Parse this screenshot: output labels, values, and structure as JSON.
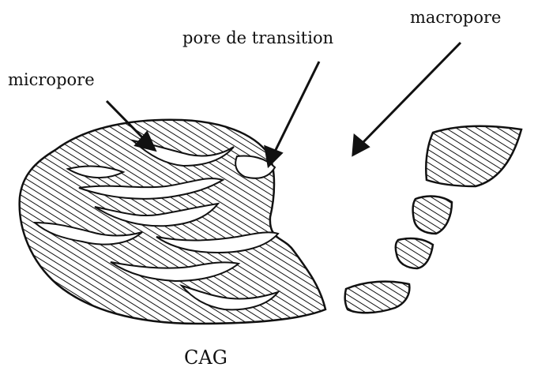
{
  "labels": {
    "macropore": "macropore",
    "transition": "pore de transition",
    "micropore": "micropore",
    "caption": "CAG"
  },
  "colors": {
    "ink": "#111111",
    "paper": "#ffffff"
  }
}
